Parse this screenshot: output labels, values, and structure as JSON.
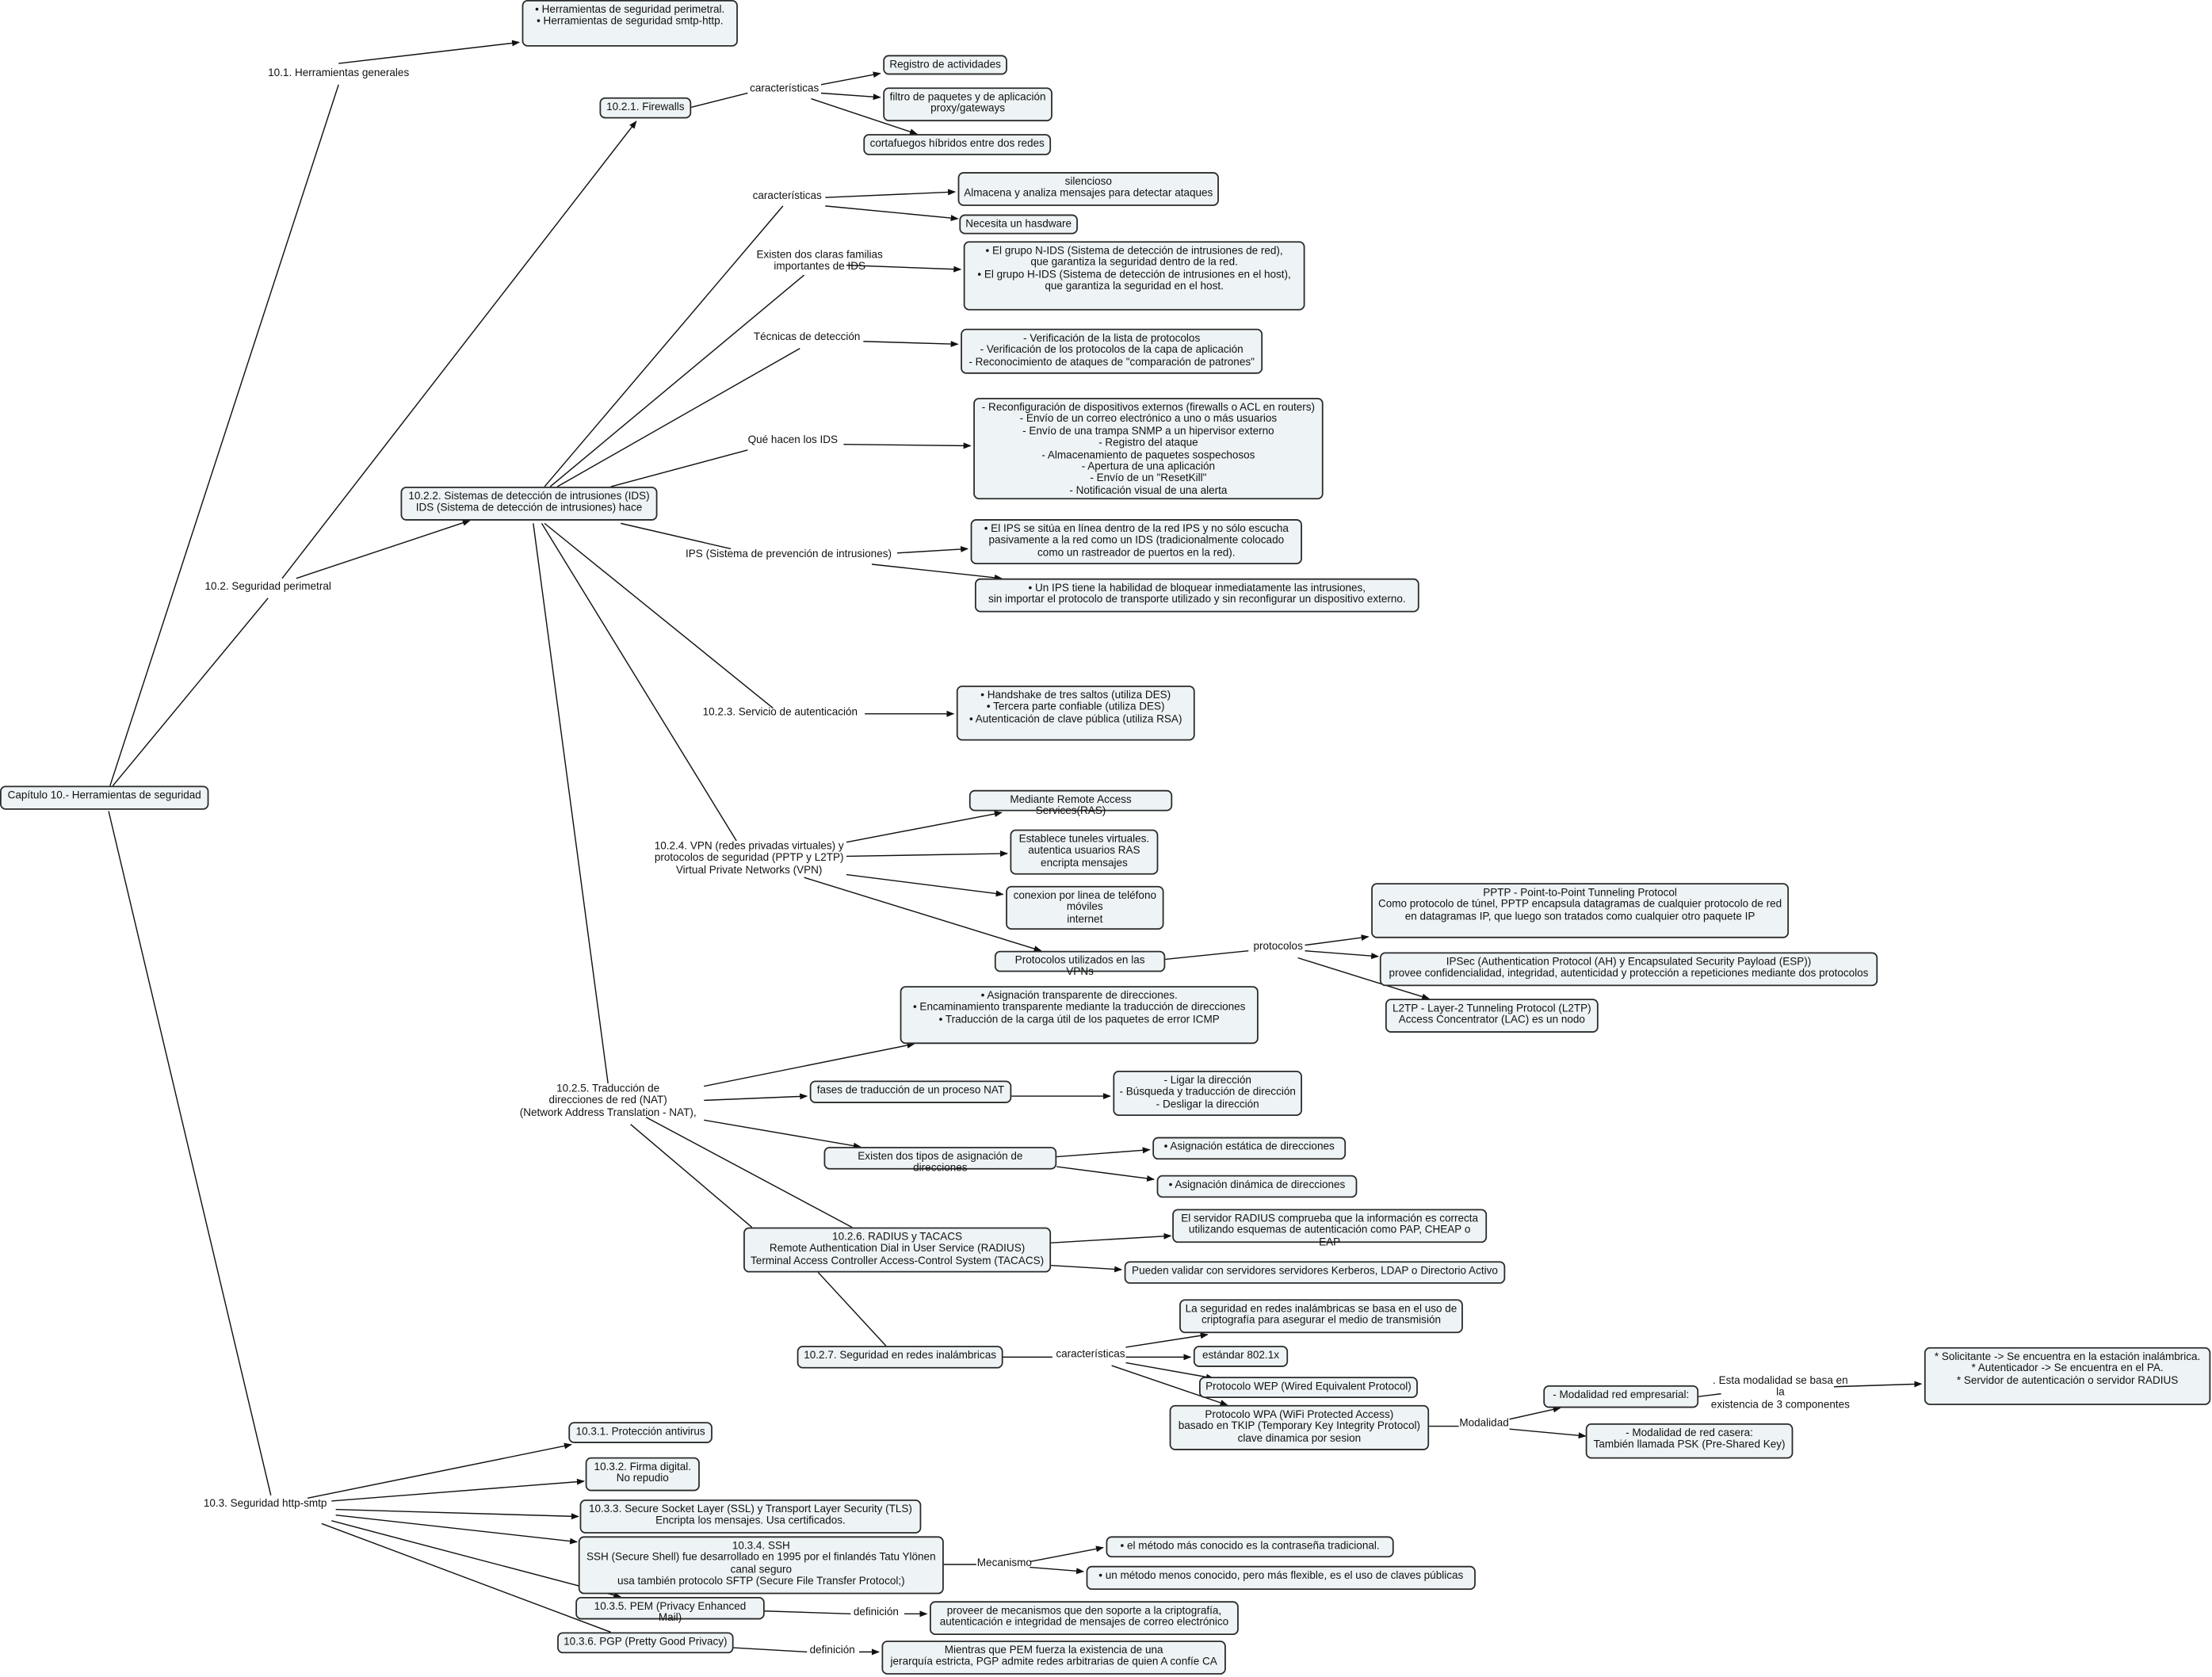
{
  "title": "Capítulo 10.- Herramientas de seguridad",
  "nodes": {
    "root": "Capítulo 10.- Herramientas de seguridad",
    "n101": "10.1. Herramientas generales",
    "n101a": "•   Herramientas de seguridad perimetral.\n•   Herramientas de seguridad smtp-http.",
    "n102": "10.2. Seguridad perimetral",
    "n1021": "10.2.1. Firewalls",
    "fw_car": "características",
    "fw1": "Registro de actividades",
    "fw2": "filtro de paquetes y de aplicación\nproxy/gateways",
    "fw3": "cortafuegos híbridos entre dos redes",
    "n1022": "10.2.2. Sistemas de detección de intrusiones (IDS)\nIDS (Sistema de detección de intrusiones) hace",
    "ids_car": "características",
    "ids_c1": "silencioso\nAlmacena y analiza mensajes para detectar ataques",
    "ids_c2": "Necesita un hasdware",
    "ids_fam": "Existen dos claras familias\nimportantes de IDS",
    "ids_fam_b": "•     El grupo N-IDS (Sistema de detección de intrusiones de red),\nque garantiza la seguridad dentro de la red.\n•   El grupo H-IDS (Sistema de detección de intrusiones en el host),\nque garantiza la seguridad en el host.",
    "ids_tec": "Técnicas de detección",
    "ids_tec_b": "- Verificación de la lista de protocolos\n- Verificación de los protocolos de la capa de aplicación\n- Reconocimiento de ataques de \"comparación de patrones\"",
    "ids_que": "Qué hacen los IDS",
    "ids_que_b": "- Reconfiguración de dispositivos externos (firewalls o ACL en routers)\n- Envío de un correo electrónico a uno o más usuarios\n- Envío de una trampa SNMP a un hipervisor externo\n- Registro del ataque\n- Almacenamiento de paquetes sospechosos\n- Apertura de una aplicación\n- Envío de un \"ResetKill\"\n- Notificación visual de una alerta",
    "ips": "IPS (Sistema de prevención de intrusiones)",
    "ips1": "•    El IPS se sitúa en línea dentro de la red IPS y no sólo escucha\npasivamente a la red como un IDS (tradicionalmente colocado\ncomo un rastreador de puertos en la red).",
    "ips2": "•    Un IPS tiene la habilidad de bloquear inmediatamente las intrusiones,\nsin importar el protocolo de transporte utilizado y sin reconfigurar un dispositivo externo.",
    "n1023": "10.2.3. Servicio de autenticación",
    "auth_b": "•    Handshake de tres saltos (utiliza DES)\n•    Tercera parte confiable (utiliza DES)\n•   Autenticación de clave pública (utiliza RSA)",
    "n1024": "10.2.4. VPN (redes privadas virtuales) y\nprotocolos de seguridad (PPTP y L2TP)\nVirtual Private Networks (VPN)",
    "vpn1": "Mediante Remote Access Services(RAS)",
    "vpn2": "Establece tuneles virtuales.\nautentica usuarios RAS\nencripta mensajes",
    "vpn3": "conexion por linea de teléfono\nmóviles\ninternet",
    "vpn4": "Protocolos utilizados en las VPNs",
    "proto": "protocolos",
    "pptp": "PPTP - Point-to-Point Tunneling Protocol\nComo protocolo de túnel, PPTP encapsula datagramas de cualquier protocolo de red\nen datagramas IP, que luego son tratados como cualquier otro paquete IP",
    "ipsec": "IPSec (Authentication Protocol (AH) y Encapsulated Security Payload (ESP))\nprovee confidencialidad, integridad, autenticidad y protección a repeticiones mediante dos protocolos",
    "l2tp": "L2TP - Layer-2 Tunneling Protocol (L2TP)\nAccess Concentrator (LAC) es un nodo",
    "n1025": "10.2.5. Traducción de\ndirecciones de red (NAT)\n(Network Address Translation - NAT),",
    "nat1": "•       Asignación transparente de direcciones.\n•    Encaminamiento transparente mediante la traducción de direcciones\n•       Traducción de la carga útil de los paquetes de error ICMP",
    "nat2": "fases de traducción de un proceso NAT",
    "nat2b": "- Ligar la dirección\n- Búsqueda y traducción de dirección\n- Desligar la dirección",
    "nat3": "Existen dos tipos de asignación de direcciones",
    "nat3a": "•    Asignación estática de direcciones",
    "nat3b": "•    Asignación dinámica de direcciones",
    "n1026": "10.2.6. RADIUS y TACACS\nRemote Authentication Dial in User Service (RADIUS)\nTerminal Access Controller Access-Control System (TACACS)",
    "rad1": "El servidor RADIUS comprueba que la información es correcta\nutilizando esquemas de autenticación como PAP, CHEAP o EAP",
    "rad2": "Pueden validar con servidores servidores Kerberos, LDAP o Directorio Activo",
    "n1027": "10.2.7. Seguridad en redes inalámbricas",
    "wcar": "características",
    "w1": "La seguridad en redes inalámbricas se basa en el uso de\ncriptografía para asegurar el medio de transmisión",
    "w2": "estándar 802.1x",
    "w3": "Protocolo WEP (Wired Equivalent Protocol)",
    "w4": "Protocolo WPA (WiFi Protected Access)\nbasado en TKIP (Temporary Key Integrity Protocol)\nclave dinamica por sesion",
    "mod": "Modalidad",
    "m1": "- Modalidad red empresarial:",
    "m1l": ". Esta modalidad se basa en la\nexistencia de 3 componentes",
    "m1b": "* Solicitante -> Se encuentra en la estación inalámbrica.\n* Autenticador -> Se encuentra en el PA.\n* Servidor de autenticación o servidor RADIUS",
    "m2": "- Modalidad de red casera:\nTambién llamada PSK (Pre-Shared Key)",
    "n103": "10.3. Seguridad http-smtp",
    "s1": "10.3.1. Protección antivirus",
    "s2": "10.3.2. Firma digital.\nNo repudio",
    "s3": "10.3.3. Secure Socket Layer (SSL) y Transport Layer Security (TLS)\nEncripta los mensajes. Usa certificados.",
    "s4": "10.3.4. SSH\nSSH (Secure Shell) fue desarrollado en 1995 por el finlandés Tatu Ylönen\ncanal seguro\nusa también protocolo SFTP (Secure File Transfer Protocol;)",
    "mec": "Mecanismo",
    "s4a": "•    el método más conocido es la contraseña tradicional.",
    "s4b": "•    un método menos conocido, pero más flexible, es el uso de claves públicas",
    "s5": "10.3.5. PEM (Privacy Enhanced Mail)",
    "def1": "definición",
    "s5b": "proveer de mecanismos que den soporte a la criptografía,\nautenticación e integridad de mensajes de correo electrónico",
    "s6": "10.3.6. PGP (Pretty Good Privacy)",
    "def2": "definición",
    "s6b": "Mientras que PEM fuerza la existencia de una\njerarquía estricta, PGP admite redes arbitrarias de quien A confíe  CA"
  },
  "colors": {
    "node_fill": "#eef3f5",
    "node_border": "#2a2a2a",
    "line": "#111111"
  }
}
